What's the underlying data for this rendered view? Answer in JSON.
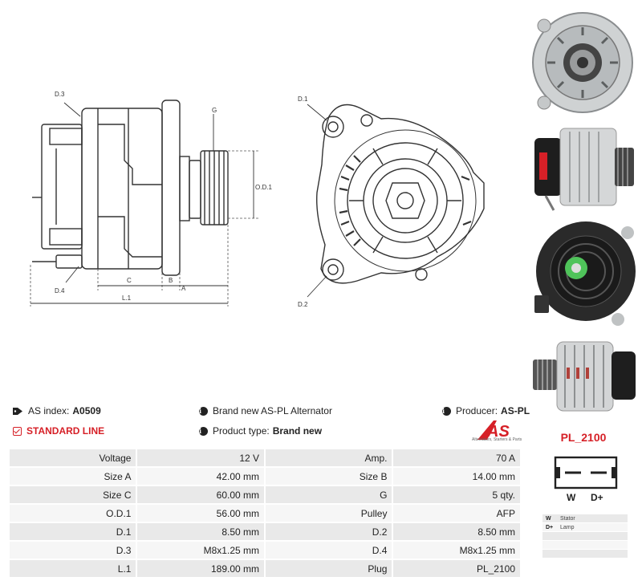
{
  "drawing_labels": {
    "d3": "D.3",
    "g": "G",
    "od1": "O.D.1",
    "d4": "D.4",
    "c": "C",
    "b": "B",
    "a": "A",
    "l1": "L.1",
    "d1": "D.1",
    "d2": "D.2"
  },
  "info": {
    "as_index_label": "AS index:",
    "as_index_value": "A0509",
    "brand_line": "Brand new AS-PL Alternator",
    "producer_label": "Producer:",
    "producer_value": "AS-PL",
    "standard_line": "STANDARD LINE",
    "product_type_label": "Product type:",
    "product_type_value": "Brand new"
  },
  "brand": {
    "logo_text": "AS",
    "tagline": "Alternators, Starters & Parts",
    "color": "#d62027"
  },
  "specs": [
    {
      "k1": "Voltage",
      "v1": "12 V",
      "k2": "Amp.",
      "v2": "70 A"
    },
    {
      "k1": "Size A",
      "v1": "42.00 mm",
      "k2": "Size B",
      "v2": "14.00 mm"
    },
    {
      "k1": "Size C",
      "v1": "60.00 mm",
      "k2": "G",
      "v2": "5 qty."
    },
    {
      "k1": "O.D.1",
      "v1": "56.00 mm",
      "k2": "Pulley",
      "v2": "AFP"
    },
    {
      "k1": "D.1",
      "v1": "8.50 mm",
      "k2": "D.2",
      "v2": "8.50 mm"
    },
    {
      "k1": "D.3",
      "v1": "M8x1.25 mm",
      "k2": "D.4",
      "v2": "M8x1.25 mm"
    },
    {
      "k1": "L.1",
      "v1": "189.00 mm",
      "k2": "Plug",
      "v2": "PL_2100"
    }
  ],
  "plug": {
    "title": "PL_2100",
    "pin_w": "W",
    "pin_d": "D+",
    "legend": [
      {
        "pin": "W",
        "desc": "Stator"
      },
      {
        "pin": "D+",
        "desc": "Lamp"
      },
      {
        "pin": "",
        "desc": ""
      },
      {
        "pin": "",
        "desc": ""
      },
      {
        "pin": "",
        "desc": ""
      }
    ]
  },
  "icons": {
    "tag": "tag-icon",
    "info": "info-icon",
    "check": "check-square-icon"
  }
}
